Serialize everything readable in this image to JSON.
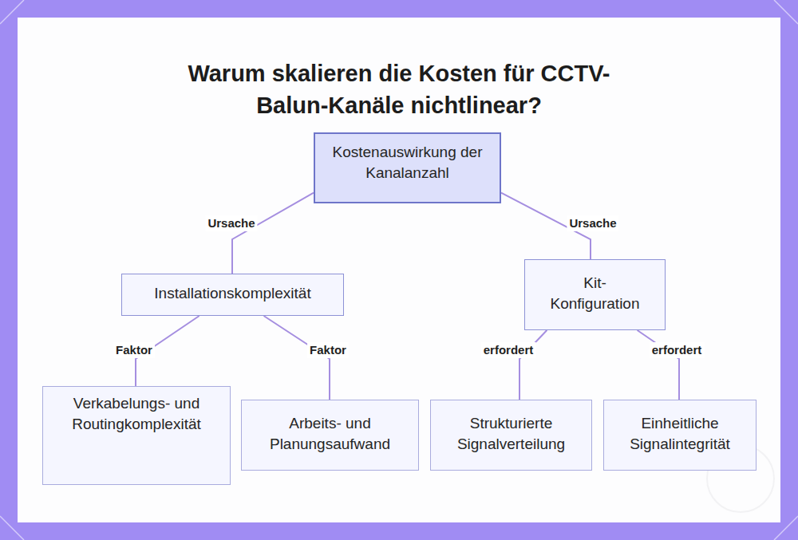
{
  "diagram": {
    "title": "Warum skalieren die Kosten für CCTV-Balun-Kanäle nichtlinear?",
    "nodes": [
      {
        "text": [
          "Kostenauswirkung der Kanalanzahl"
        ]
      },
      {
        "text": [
          "Installationskomplexität"
        ]
      },
      {
        "text": [
          "Kit-Konfiguration"
        ]
      },
      {
        "text": [
          "Verkabelungs- und Routingkomplexität"
        ]
      },
      {
        "text": [
          "Arbeits- und Planungsaufwand"
        ]
      },
      {
        "text": [
          "Strukturierte Signalverteilung"
        ]
      },
      {
        "text": [
          "Einheitliche Signalintegrität"
        ]
      }
    ],
    "edges": [
      {
        "from": 0,
        "to": 1,
        "label": "Ursache",
        "arrow": "none"
      },
      {
        "from": 0,
        "to": 2,
        "label": "Ursache",
        "arrow": "none"
      },
      {
        "from": 1,
        "to": 3,
        "label": "Faktor",
        "arrow": "none"
      },
      {
        "from": 1,
        "to": 4,
        "label": "Faktor",
        "arrow": "none"
      },
      {
        "from": 2,
        "to": 5,
        "label": "erfordert",
        "arrow": "none"
      },
      {
        "from": 2,
        "to": 6,
        "label": "erfordert",
        "arrow": "none"
      }
    ]
  }
}
